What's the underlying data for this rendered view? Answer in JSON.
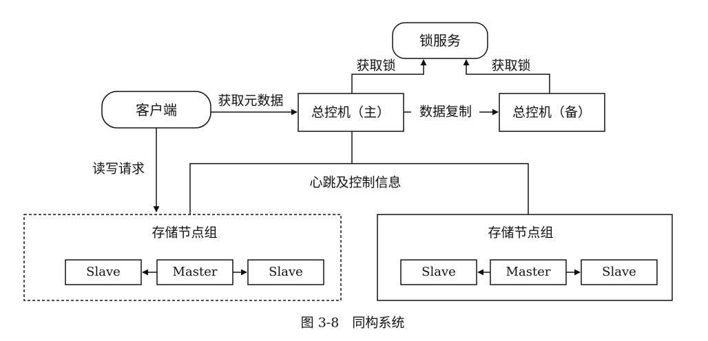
{
  "nodes": {
    "lock_service": "锁服务",
    "client": "客户端",
    "master_primary": "总控机（主）",
    "master_backup": "总控机（备）",
    "storage_group_left": {
      "title": "存储节点组",
      "slave_left": "Slave",
      "master": "Master",
      "slave_right": "Slave"
    },
    "storage_group_right": {
      "title": "存储节点组",
      "slave_left": "Slave",
      "master": "Master",
      "slave_right": "Slave"
    }
  },
  "edges": {
    "acquire_lock_primary": "获取锁",
    "acquire_lock_backup": "获取锁",
    "get_metadata": "获取元数据",
    "data_replication": "数据复制",
    "read_write_request": "读写请求",
    "heartbeat_control": "心跳及控制信息"
  },
  "caption": "图 3-8　同构系统"
}
